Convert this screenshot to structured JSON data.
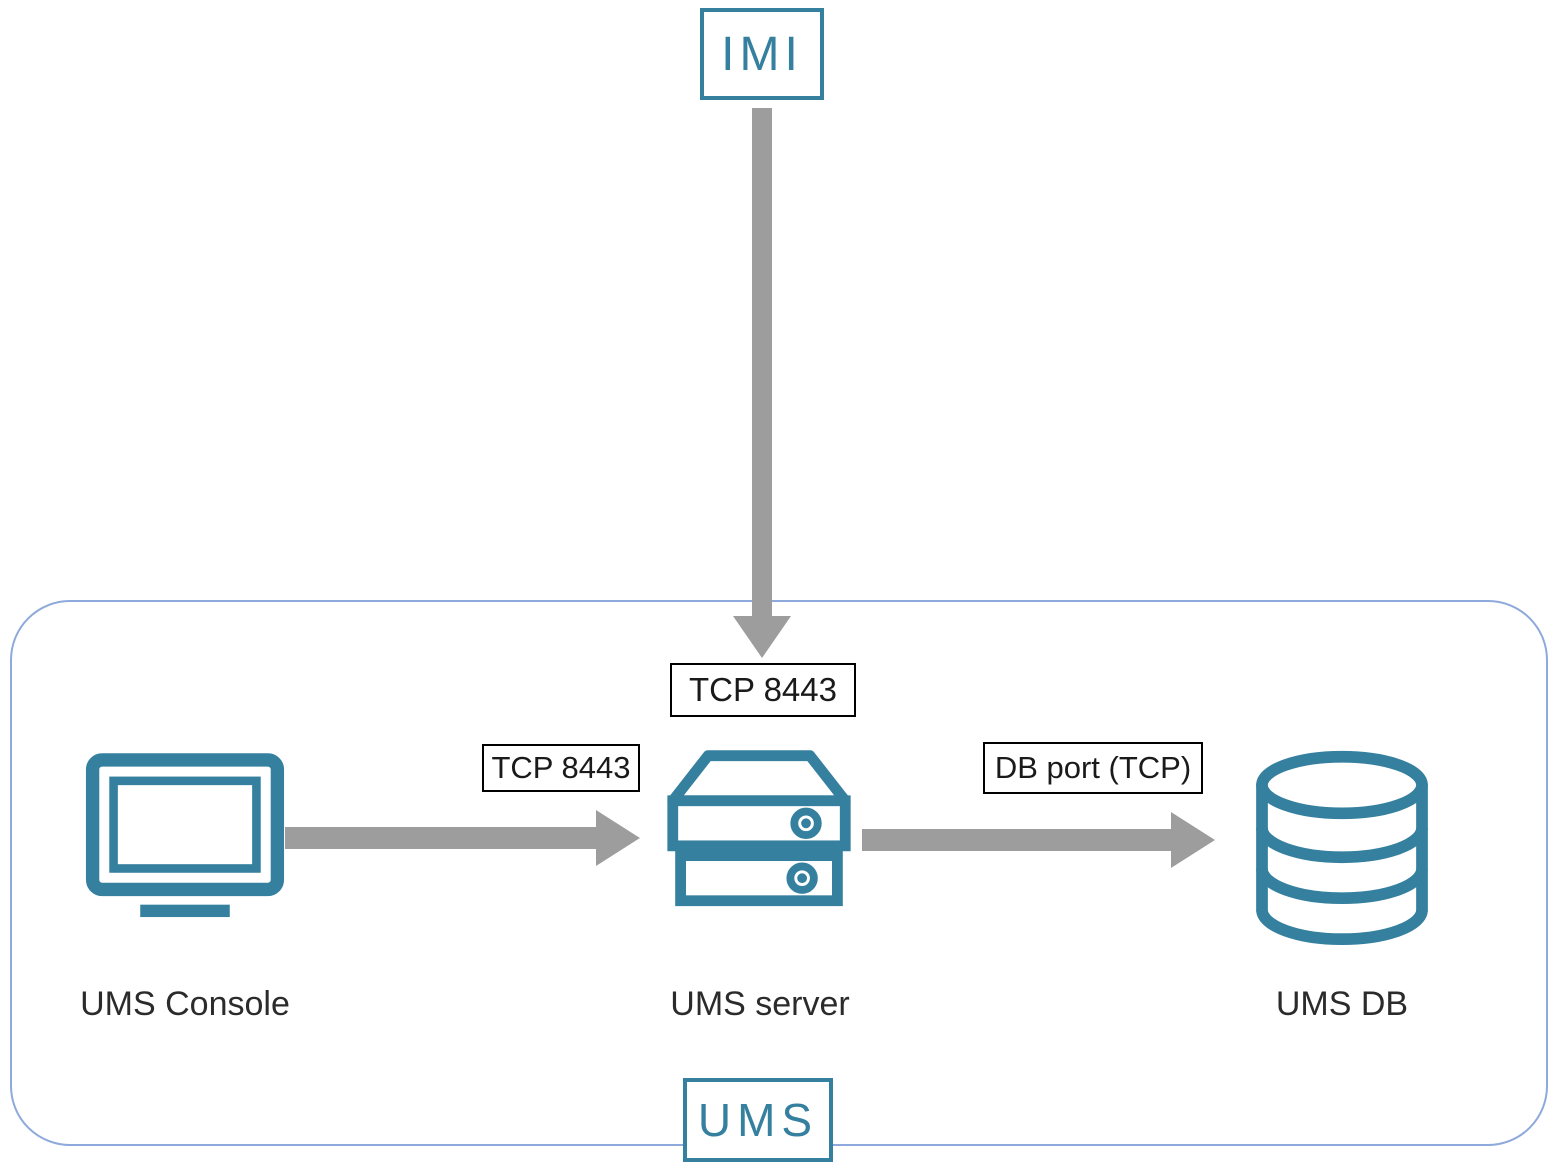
{
  "diagram": {
    "imi_label": "IMI",
    "ums_group_label": "UMS",
    "nodes": {
      "console": {
        "label": "UMS Console"
      },
      "server": {
        "label": "UMS server"
      },
      "db": {
        "label": "UMS DB"
      }
    },
    "connections": {
      "imi_to_server": {
        "label": "TCP 8443",
        "direction": "down"
      },
      "console_to_server": {
        "label": "TCP 8443",
        "direction": "right"
      },
      "server_to_db": {
        "label": "DB port (TCP)",
        "direction": "right"
      }
    },
    "colors": {
      "accent_teal": "#35809E",
      "arrow_gray": "#9D9D9D",
      "group_border_blue": "#8EA9DB",
      "label_border": "#000000"
    }
  }
}
